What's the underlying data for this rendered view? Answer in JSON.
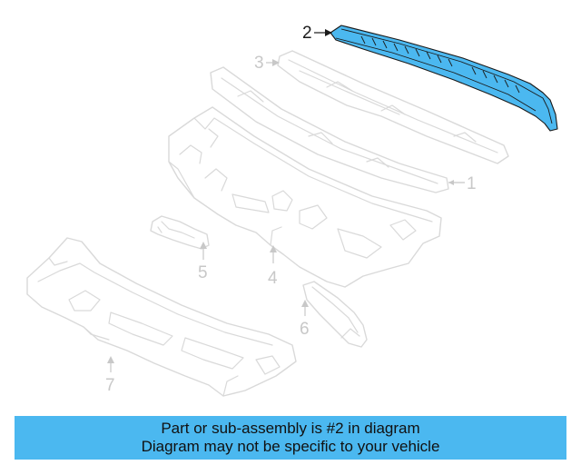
{
  "diagram": {
    "highlighted_part": "2",
    "callouts": [
      {
        "id": "1",
        "label": "1"
      },
      {
        "id": "2",
        "label": "2"
      },
      {
        "id": "3",
        "label": "3"
      },
      {
        "id": "4",
        "label": "4"
      },
      {
        "id": "5",
        "label": "5"
      },
      {
        "id": "6",
        "label": "6"
      },
      {
        "id": "7",
        "label": "7"
      }
    ],
    "highlight_color": "#4bb8f0",
    "ghost_color": "#d9d9d9"
  },
  "banner": {
    "line1": "Part or sub-assembly is #2 in diagram",
    "line2": "Diagram may not be specific to your vehicle",
    "background": "#4bb8f0"
  }
}
